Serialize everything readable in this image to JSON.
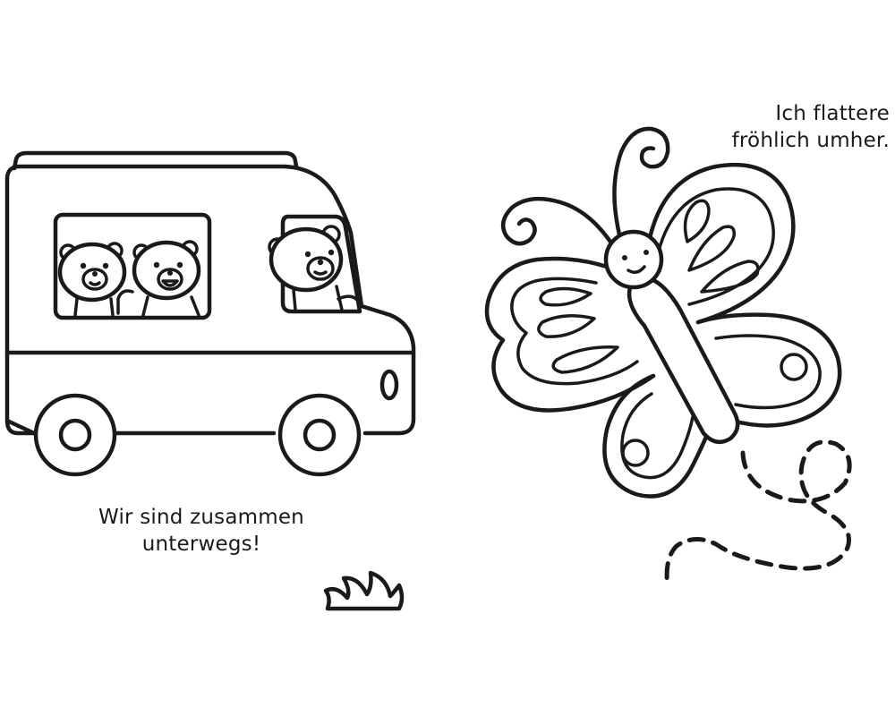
{
  "page": {
    "background": "#ffffff",
    "ink_color": "#1a1a1a"
  },
  "captions": {
    "bus": {
      "line1": "Wir sind zusammen",
      "line2": "unterwegs!"
    },
    "butterfly": {
      "line1": "Ich flattere",
      "line2": "fröhlich umher."
    }
  },
  "illustrations": [
    "bus-with-three-bears",
    "smiling-butterfly",
    "dashed-flight-path",
    "grass-tuft"
  ]
}
